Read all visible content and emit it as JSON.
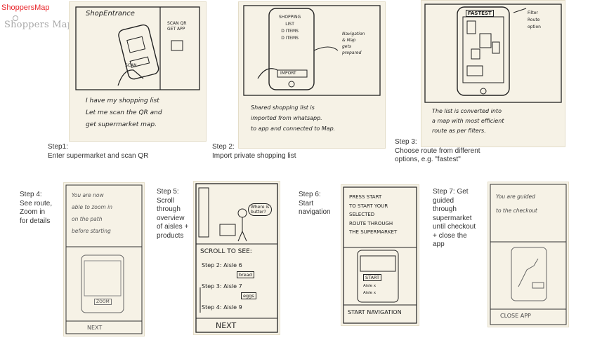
{
  "title": "ShoppersMap",
  "logo_text": "Shoppers Map",
  "steps": [
    {
      "caption": "Step1:\nEnter supermarket and scan QR"
    },
    {
      "caption": "Step 2:\nImport private shopping list"
    },
    {
      "caption": "Step 3:\nChoose route from different\noptions, e.g. \"fastest\""
    },
    {
      "caption": "Step 4:\nSee route,\nZoom in\nfor details"
    },
    {
      "caption": "Step 5:\nScroll\nthrough\noverview\nof aisles +\nproducts"
    },
    {
      "caption": "Step 6:\nStart\nnavigation"
    },
    {
      "caption": "Step 7: Get\nguided\nthrough\nsupermarket\nuntil checkout\n+ close the\napp"
    }
  ],
  "sketches": {
    "s1": {
      "header": "ShopEntrance",
      "scan": "SCAN",
      "side_note": "SCAN QR\nGET APP",
      "note": "I have my shopping list\nLet me scan the QR and\nget supermarket map."
    },
    "s2": {
      "list": "SHOPPING\nLIST\nD ITEMS\nD ITEMS",
      "import": "IMPORT",
      "side_note": "Navigation\n& Map\ngets\nprepared",
      "note": "Shared shopping list is\nimported from whatsapp.\nto app and connected to Map."
    },
    "s3": {
      "fastest": "FASTEST",
      "side_note": "Filter\nRoute\noption",
      "note": "The list is converted into\na map with most efficient\nroute as per filters."
    },
    "s4": {
      "note": "You are now\nable to zoom in\non the path\nbefore starting",
      "zoom": "ZOOM",
      "next": "NEXT"
    },
    "s5": {
      "bubble": "Where is\nbutter?",
      "scroll": "SCROLL TO SEE:",
      "items": [
        "Step 2: Aisle 6",
        "Step 3: Aisle 7",
        "Step 4: Aisle 9"
      ],
      "tags": [
        "bread",
        "eggs"
      ],
      "next": "NEXT"
    },
    "s6": {
      "text": "PRESS START\nTO START YOUR\nSELECTED\nROUTE THROUGH\nTHE SUPERMARKET",
      "start": "START",
      "aisle1": "Aisle x",
      "aisle2": "Aisle x",
      "footer": "START NAVIGATION"
    },
    "s7": {
      "note": "You are guided\nto the checkout",
      "close": "CLOSE APP"
    }
  }
}
